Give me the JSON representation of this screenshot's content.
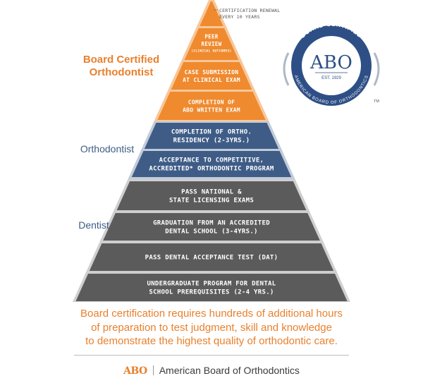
{
  "renewal_note": [
    "CERTIFICATION RENEWAL",
    "EVERY 10 YEARS"
  ],
  "tiers": [
    {
      "lines": [],
      "color": "#ef8a2e",
      "group": "board"
    },
    {
      "lines": [
        "PEER",
        "REVIEW"
      ],
      "sub": "(CLINICAL OUTCOMES)",
      "color": "#ef8a2e",
      "group": "board"
    },
    {
      "lines": [
        "CASE SUBMISSION",
        "AT CLINICAL EXAM"
      ],
      "color": "#ef8a2e",
      "group": "board"
    },
    {
      "lines": [
        "COMPLETION OF",
        "ABO WRITTEN EXAM"
      ],
      "color": "#ef8a2e",
      "group": "board"
    },
    {
      "lines": [
        "COMPLETION OF ORTHO.",
        "RESIDENCY (2-3YRS.)"
      ],
      "color": "#3e5c86",
      "group": "ortho"
    },
    {
      "lines": [
        "ACCEPTANCE TO COMPETITIVE,",
        "ACCREDITED* ORTHODONTIC PROGRAM"
      ],
      "color": "#3e5c86",
      "group": "ortho"
    },
    {
      "lines": [
        "PASS NATIONAL &",
        "STATE LICENSING EXAMS"
      ],
      "color": "#5b5b5b",
      "group": "dentist"
    },
    {
      "lines": [
        "GRADUATION FROM AN ACCREDITED",
        "DENTAL SCHOOL (3-4YRS.)"
      ],
      "color": "#5b5b5b",
      "group": "dentist"
    },
    {
      "lines": [
        "PASS DENTAL ACCEPTANCE TEST (DAT)"
      ],
      "color": "#5b5b5b",
      "group": "dentist"
    },
    {
      "lines": [
        "UNDERGRADUATE PROGRAM FOR DENTAL",
        "SCHOOL PREREQUISITES (2-4 YRS.)"
      ],
      "color": "#5b5b5b",
      "group": "dentist"
    }
  ],
  "side_labels": {
    "board": "Board Certified Orthodontist",
    "ortho": "Orthodontist",
    "dentist": "Dentist"
  },
  "seal": {
    "top_text": "BOARD CERTIFIED",
    "center_text": "ABO",
    "est_text": "EST. 1929",
    "bottom_text": "AMERICAN BOARD OF ORTHODONTICS",
    "tm": "TM",
    "colors": {
      "navy": "#2e4f86",
      "gray": "#aeb8c6"
    }
  },
  "tagline": [
    "Board certification requires hundreds of additional hours",
    "of preparation to test judgment, skill and knowledge",
    "to demonstrate the highest quality of orthodontic care."
  ],
  "footer": {
    "mark": "ABO",
    "name": "American Board of Orthodontics"
  },
  "colors": {
    "accent": "#e9802d",
    "blue": "#3e5c86",
    "gray": "#5b5b5b"
  }
}
